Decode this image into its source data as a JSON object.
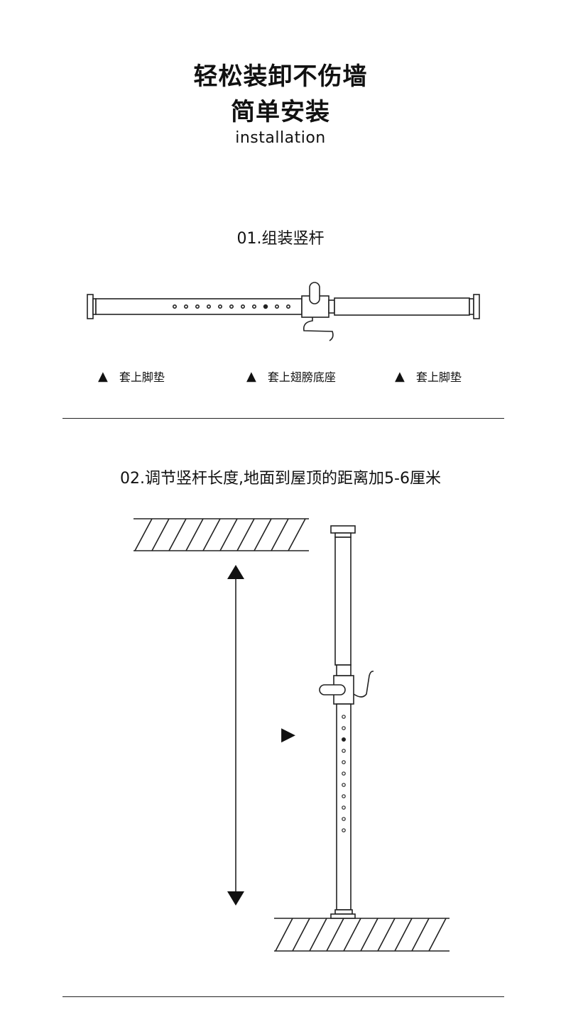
{
  "header": {
    "title_line1": "轻松装卸不伤墙",
    "title_line2": "简单安装",
    "subtitle": "installation"
  },
  "step1": {
    "title": "01.组装竖杆",
    "labels": [
      {
        "marker": "▲",
        "text": "套上脚垫"
      },
      {
        "marker": "▲",
        "text": "套上翅膀底座"
      },
      {
        "marker": "▲",
        "text": "套上脚垫"
      }
    ]
  },
  "step2": {
    "title": "02.调节竖杆长度,地面到屋顶的距离加5-6厘米",
    "pointer": "▶"
  },
  "colors": {
    "line": "#222222",
    "background": "#ffffff"
  }
}
